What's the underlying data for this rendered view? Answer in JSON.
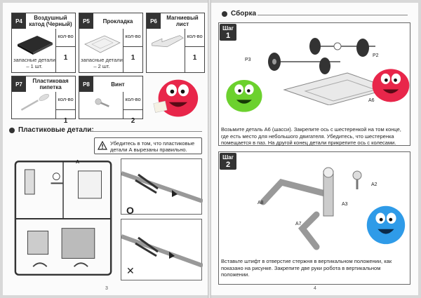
{
  "left": {
    "parts": [
      {
        "code": "P4",
        "name": "Воздушный катод (Черный)",
        "spare": "запасные детали – 1 шт.",
        "qty_label": "кол-во",
        "qty": "1"
      },
      {
        "code": "P5",
        "name": "Прокладка",
        "spare": "запасные детали – 2 шт.",
        "qty_label": "кол-во",
        "qty": "1"
      },
      {
        "code": "P6",
        "name": "Магниевый лист",
        "qty_label": "кол-во",
        "qty": "1"
      },
      {
        "code": "P7",
        "name": "Пластиковая пипетка",
        "qty_label": "кол-во",
        "qty": "1"
      },
      {
        "code": "P8",
        "name": "Винт",
        "qty_label": "кол-во",
        "qty": "2"
      }
    ],
    "plastic_title": "Пластиковые детали:",
    "warning": "Убедитесь в том, что пластиковые детали А вырезаны правильно.",
    "sprue_label": "A",
    "ok_mark": "O",
    "bad_mark": "✕",
    "page_number": "3"
  },
  "right": {
    "title": "Сборка",
    "step_word": "Шаг",
    "step1": {
      "number": "1",
      "labels": {
        "p3": "P3",
        "p2": "P2",
        "a6": "A6"
      },
      "text": "Возьмите деталь А6 (шасси). Закрепите ось с шестеренкой на том конце, где есть место для небольшого двигателя. Убедитесь, что шестеренка помещается в паз. На другой конец детали прикрепите ось с колесами."
    },
    "step2": {
      "number": "2",
      "labels": {
        "a2": "A2",
        "a3": "A3",
        "a8": "A8",
        "a7": "A7"
      },
      "text": "Вставьте штифт в отверстие стержня в вертикальном положении, как показано на рисунке. Закрепите две руки робота в вертикальном положении."
    },
    "page_number": "4"
  },
  "colors": {
    "dark": "#333333",
    "red_monster": "#e8264a",
    "green_monster": "#6cd12e",
    "blue_monster": "#2f9be8"
  }
}
